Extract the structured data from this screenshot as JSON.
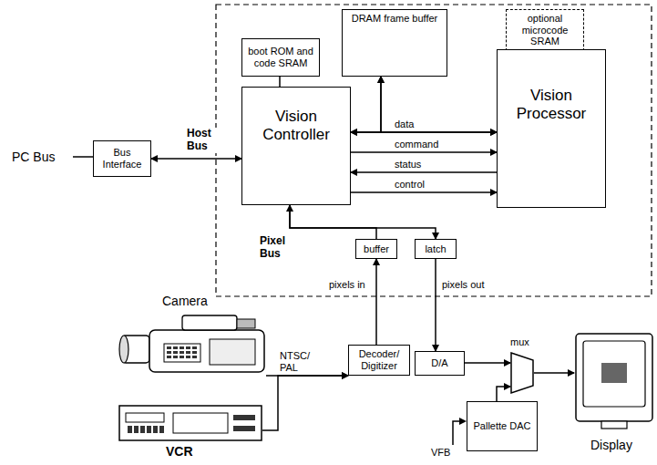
{
  "diagram": {
    "nodes": [
      {
        "text": [
          "boot ROM and code SRAM"
        ]
      },
      {
        "text": [
          "DRAM frame buffer"
        ]
      },
      {
        "text": [
          "optional microcode SRAM"
        ]
      },
      {
        "text": [
          "Bus Interface"
        ]
      },
      {
        "text": [
          "Vision Controller"
        ]
      },
      {
        "text": [
          "Vision Processor"
        ]
      },
      {
        "text": [
          "buffer"
        ]
      },
      {
        "text": [
          "latch"
        ]
      },
      {
        "text": [
          "Camera"
        ]
      },
      {
        "text": [
          "VCR"
        ]
      },
      {
        "text": [
          "Decoder/ Digitizer"
        ]
      },
      {
        "text": [
          "D/A"
        ]
      },
      {
        "text": [
          "mux"
        ]
      },
      {
        "text": [
          "Pallette DAC"
        ]
      },
      {
        "text": [
          "Display"
        ]
      }
    ],
    "edges": [
      {
        "from": 3,
        "to": 4,
        "arrow": "both",
        "label": "Host Bus"
      },
      {
        "from": 0,
        "to": 4,
        "arrow": "none"
      },
      {
        "from": 4,
        "to": 5,
        "arrow": "both",
        "label": "data"
      },
      {
        "from": 1,
        "to": 4,
        "arrow": "both"
      },
      {
        "from": 1,
        "to": 5,
        "arrow": "both"
      },
      {
        "from": 4,
        "to": 5,
        "arrow": "to",
        "label": "command"
      },
      {
        "from": 5,
        "to": 4,
        "arrow": "to",
        "label": "status"
      },
      {
        "from": 4,
        "to": 5,
        "arrow": "to",
        "label": "control"
      },
      {
        "from": 6,
        "to": 4,
        "arrow": "to"
      },
      {
        "from": 4,
        "to": 7,
        "arrow": "to"
      },
      {
        "from": 10,
        "to": 6,
        "arrow": "to",
        "label": "pixels in"
      },
      {
        "from": 7,
        "to": 11,
        "arrow": "to",
        "label": "pixels out"
      },
      {
        "from": 8,
        "to": 10,
        "arrow": "to",
        "label": "NTSC/ PAL"
      },
      {
        "from": 9,
        "to": 10,
        "arrow": "to"
      },
      {
        "from": 11,
        "to": 12,
        "arrow": "to"
      },
      {
        "from": 13,
        "to": 12,
        "arrow": "to"
      },
      {
        "from": 12,
        "to": 14,
        "arrow": "to"
      }
    ],
    "labels": [
      "PC Bus",
      "Pixel Bus",
      "VFB"
    ]
  }
}
